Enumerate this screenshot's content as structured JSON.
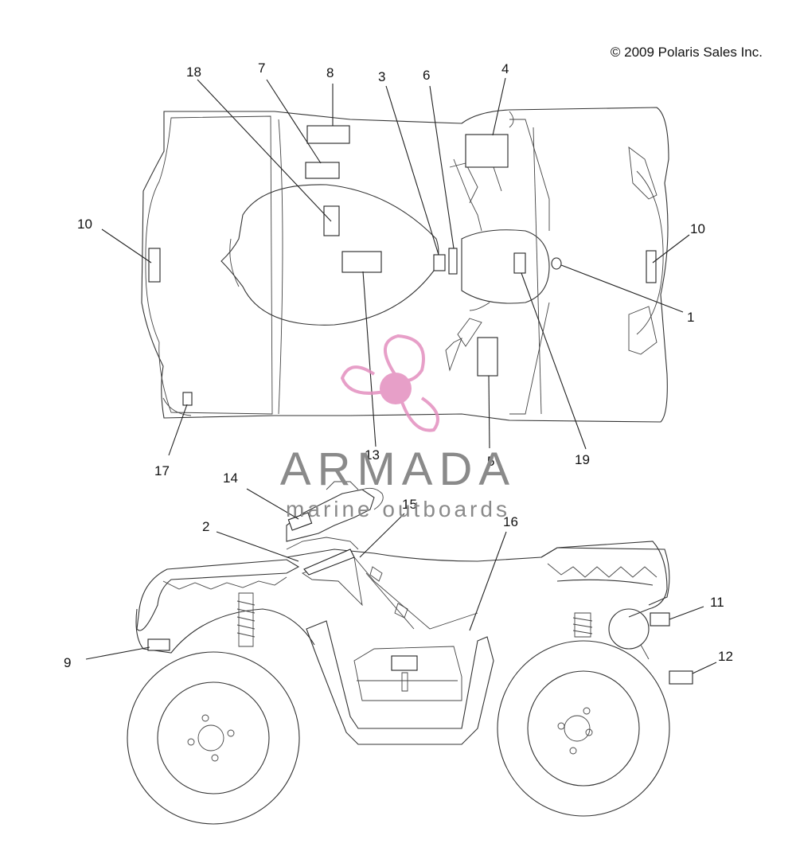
{
  "copyright": "© 2009 Polaris Sales Inc.",
  "callouts": {
    "c1": "1",
    "c2": "2",
    "c3": "3",
    "c4": "4",
    "c5": "5",
    "c6": "6",
    "c7": "7",
    "c8": "8",
    "c9": "9",
    "c10a": "10",
    "c10b": "10",
    "c11": "11",
    "c12": "12",
    "c13": "13",
    "c14": "14",
    "c15": "15",
    "c16": "16",
    "c17": "17",
    "c18": "18",
    "c19": "19"
  },
  "watermark": {
    "brand": "ARMADA",
    "sub": "marine outboards",
    "colors": {
      "logo": "#e38fbf",
      "text": "#8a8a8a"
    }
  }
}
